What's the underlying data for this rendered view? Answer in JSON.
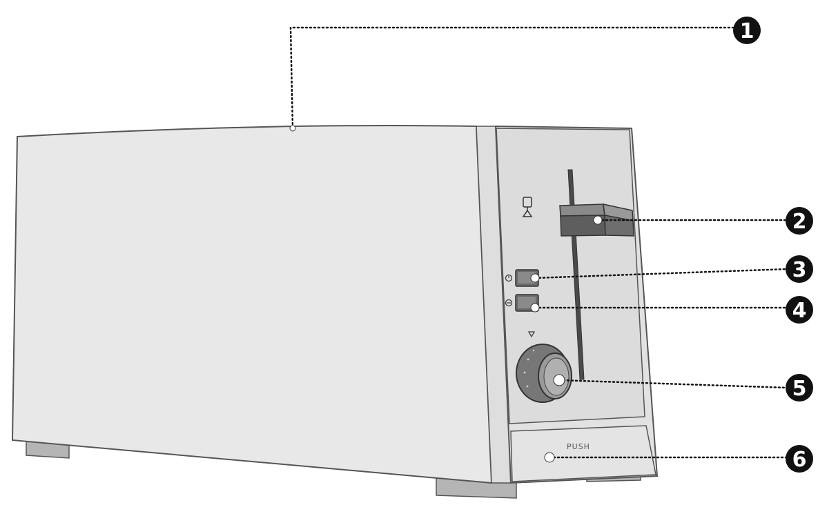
{
  "figure": {
    "subject": "toaster",
    "callouts": [
      {
        "number": "1",
        "part": "toaster-body"
      },
      {
        "number": "2",
        "part": "bread-lever"
      },
      {
        "number": "3",
        "part": "defrost-button"
      },
      {
        "number": "4",
        "part": "stop-button"
      },
      {
        "number": "5",
        "part": "browning-control-knob"
      },
      {
        "number": "6",
        "part": "crumb-tray"
      }
    ],
    "push_label": "PUSH",
    "colors": {
      "body": "#e8e8e8",
      "side_panel": "#e2e2e2",
      "front_face": "#dcdcdc",
      "outline": "#555555",
      "feet": "#b5b5b5",
      "lever": "#5e5e5e",
      "button": "#6a6a6a",
      "knob": "#777777",
      "callout_badge": "#111111",
      "leader_line": "#111111"
    }
  }
}
